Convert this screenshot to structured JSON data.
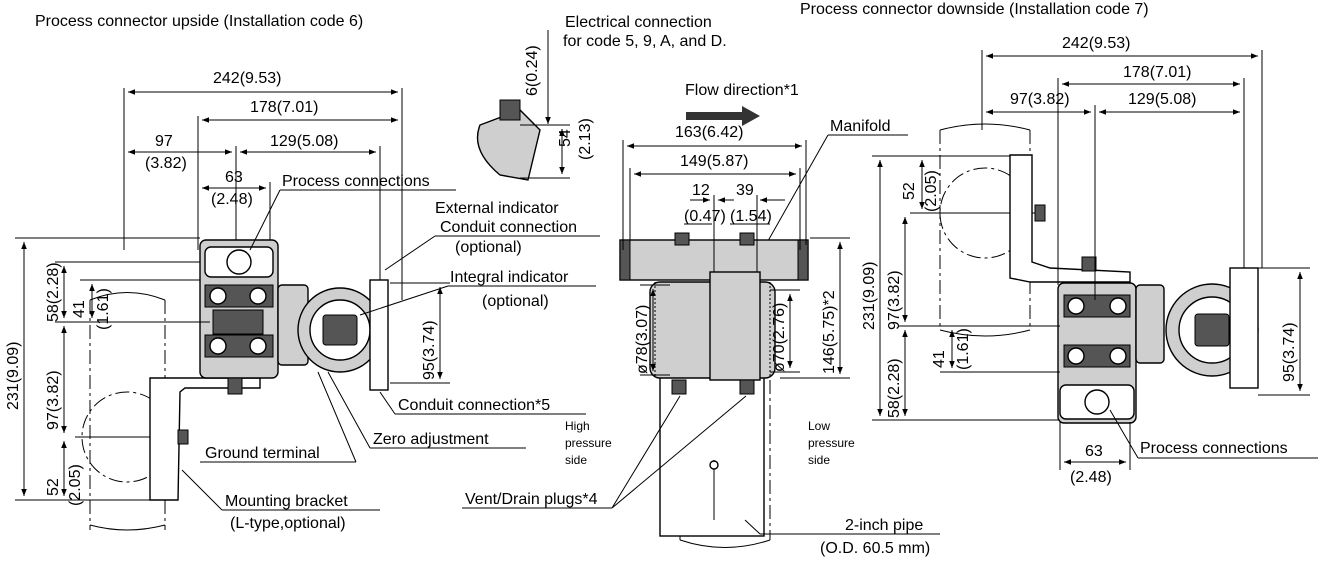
{
  "headings": {
    "left_cut": "Process connector upside (Installation code 6)",
    "right_cut": "Process connector downside (Installation code 7)"
  },
  "left_view": {
    "dims": {
      "d242": "242(9.53)",
      "d178": "178(7.01)",
      "d97a": "97",
      "d97b": "(3.82)",
      "d129": "129(5.08)",
      "d63a": "63",
      "d63b": "(2.48)",
      "d231": "231(9.09)",
      "d58": "58(2.28)",
      "d41": "41",
      "d161": "(1.61)",
      "d97v": "97(3.82)",
      "d52": "52",
      "d205": "(2.05)",
      "d95": "95(3.74)"
    },
    "labels": {
      "process_connections": "Process connections",
      "external_indicator": "External indicator",
      "conduit_connection": "Conduit connection",
      "optional1": "(optional)",
      "integral_indicator": "Integral indicator",
      "optional2": "(optional)",
      "conduit_connection5": "Conduit connection*5",
      "zero_adjustment": "Zero adjustment",
      "ground_terminal": "Ground terminal",
      "mounting_bracket": "Mounting bracket",
      "l_type": "(L-type,optional)"
    }
  },
  "top_detail": {
    "elec1": "Electrical connection",
    "elec2": "for code 5, 9, A, and D.",
    "d6": "6(0.24)",
    "d54": "54",
    "d213": "(2.13)"
  },
  "middle_view": {
    "flow": "Flow direction*1",
    "manifold": "Manifold",
    "d163": "163(6.42)",
    "d149": "149(5.87)",
    "d12": "12",
    "d047": "(0.47)",
    "d39": "39",
    "d154": "(1.54)",
    "d78": "ø78(3.07)",
    "d70": "ø70(2.76)",
    "d146": "146(5.75)*2",
    "high1": "High",
    "high2": "pressure",
    "high3": "side",
    "low1": "Low",
    "low2": "pressure",
    "low3": "side",
    "vent": "Vent/Drain plugs*4",
    "pipe1": "2-inch pipe",
    "pipe2": "(O.D. 60.5 mm)"
  },
  "right_view": {
    "d242": "242(9.53)",
    "d178": "178(7.01)",
    "d97": "97(3.82)",
    "d129": "129(5.08)",
    "d52": "52",
    "d205": "(2.05)",
    "d231": "231(9.09)",
    "d97v": "97(3.82)",
    "d41": "41",
    "d161": "(1.61)",
    "d58": "58(2.28)",
    "d95": "95(3.74)",
    "d63a": "63",
    "d63b": "(2.48)",
    "process_connections": "Process connections"
  }
}
